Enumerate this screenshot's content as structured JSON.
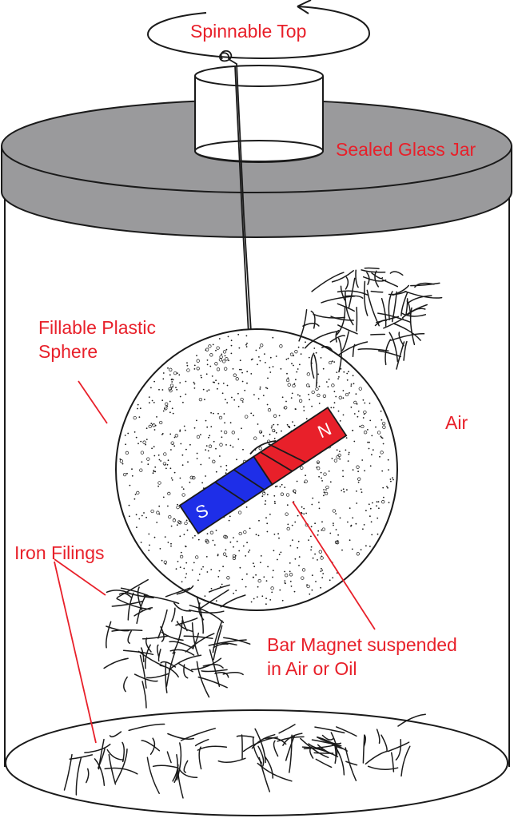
{
  "labels": {
    "spinnable_top": "Spinnable Top",
    "sealed_glass_jar": "Sealed Glass Jar",
    "fillable_sphere": [
      "Fillable Plastic",
      "Sphere"
    ],
    "air": "Air",
    "iron_filings": "Iron Filings",
    "bar_magnet": [
      "Bar Magnet suspended",
      "in Air or Oil"
    ]
  },
  "magnet": {
    "north_letter": "N",
    "south_letter": "S",
    "north_color": "#e8202a",
    "south_color": "#1e2ee8"
  },
  "colors": {
    "label": "#e8202a",
    "lid": "#9a9a9c",
    "outline": "#1a1a1a",
    "background": "#ffffff"
  }
}
